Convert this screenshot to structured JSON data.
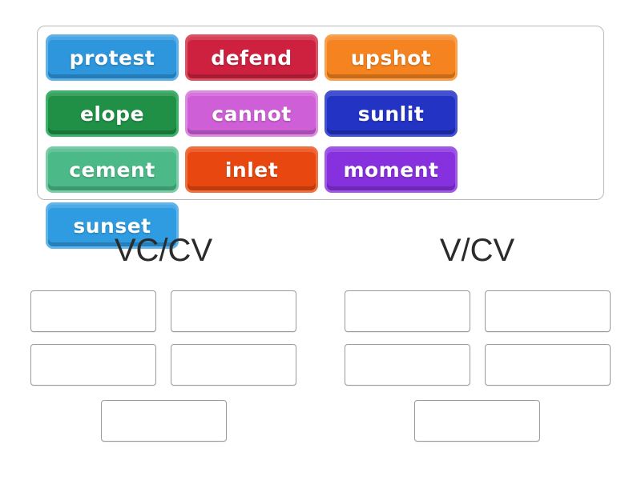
{
  "activity": {
    "type": "group-sort",
    "tile_count": 10,
    "slots_per_group": 5
  },
  "word_bank": {
    "tiles": [
      {
        "label": "protest",
        "color": "#2e96dc",
        "border_color": "#5fb2e9"
      },
      {
        "label": "defend",
        "color": "#ce2140",
        "border_color": "#de5064"
      },
      {
        "label": "upshot",
        "color": "#f5831f",
        "border_color": "#f9a14c"
      },
      {
        "label": "elope",
        "color": "#1f9046",
        "border_color": "#3cb56a"
      },
      {
        "label": "cannot",
        "color": "#ce5fd6",
        "border_color": "#dd8be3"
      },
      {
        "label": "sunlit",
        "color": "#2333c4",
        "border_color": "#4152d6"
      },
      {
        "label": "cement",
        "color": "#4bb988",
        "border_color": "#78cca6"
      },
      {
        "label": "inlet",
        "color": "#e94710",
        "border_color": "#f0703f"
      },
      {
        "label": "moment",
        "color": "#8631dd",
        "border_color": "#a058e8"
      },
      {
        "label": "sunset",
        "color": "#2f9ce1",
        "border_color": "#60b5ec"
      }
    ]
  },
  "groups": [
    {
      "label": "VC/CV",
      "slot_count": 5
    },
    {
      "label": "V/CV",
      "slot_count": 5
    }
  ],
  "colors": {
    "page_background": "#ffffff",
    "tile_text": "#ffffff",
    "header_text": "#2b2b2b",
    "slot_border": "#9b9b9b",
    "tray_border": "#b9b9b9"
  }
}
